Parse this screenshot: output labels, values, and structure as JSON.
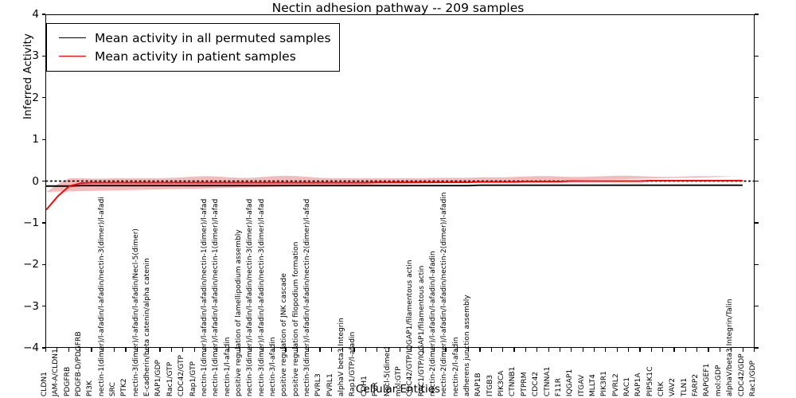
{
  "chart_data": {
    "type": "line",
    "title": "Nectin adhesion pathway -- 209 samples",
    "xlabel": "Cellular Entities",
    "ylabel": "Inferred Activity",
    "ylim": [
      -4,
      4
    ],
    "yticks": [
      -4,
      -3,
      -2,
      -1,
      0,
      1,
      2,
      3,
      4
    ],
    "grid": false,
    "legend_position": "upper left",
    "legend": [
      {
        "label": "Mean activity in all permuted samples",
        "color": "#000000",
        "style": "solid"
      },
      {
        "label": "Mean activity in patient samples",
        "color": "#ff0000",
        "style": "solid"
      }
    ],
    "categories": [
      "CLDN1",
      "JAM-A/CLDN1",
      "PDGFRB",
      "PDGFB-D/PDGFRB",
      "PI3K",
      "nectin-1(dimer)/l-afadin/l-afadin/nectin-3(dimer)/l-afadi",
      "SRC",
      "PTK2",
      "nectin-3(dimer)/l-afadin/l-afadin/Necl-5(dimer)",
      "E-cadherin/beta catenin/alpha catenin",
      "RAP1/GDP",
      "Rac1/GTP",
      "CDC42/GTP",
      "Rap1/GTP",
      "nectin-1(dimer)/l-afadin/l-afadin/nectin-1(dimer)/l-afad",
      "nectin-1(dimer)/l-afadin/l-afadin/nectin-1(dimer)/l-afad",
      "nectin-1/l-afadin",
      "positive regulation of lamellipodium assembly",
      "nectin-3(dimer)/l-afadin/l-afadin/nectin-3(dimer)/l-afad",
      "nectin-3(dimer)/l-afadin/l-afadin/nectin-3(dimer)/l-afad",
      "nectin-3/l-afadin",
      "positive regulation of JNK cascade",
      "positive regulation of filopodium formation",
      "nectin-3(dimer)/l-afadin/l-afadin/nectin-2(dimer)/l-afad",
      "PVRL3",
      "PVRL1",
      "alphaV beta3 Integrin",
      "Rap1/GTP/l-afadin",
      "CDH1",
      "PVR",
      "Necl-5(dimer)",
      "mol:GTP",
      "CDC42/GTP/IQGAP1/filamentous actin",
      "RAC1/GTP/IQGAP1/filamentous actin",
      "nectin-2(dimer)/l-afadin/l-afadin/l-afadin",
      "nectin-2(dimer)/l-afadin/l-afadin/nectin-2(dimer)/l-afadin",
      "nectin-2/l-afadin",
      "adherens junction assembly",
      "RAP1B",
      "ITGB3",
      "PIK3CA",
      "CTNNB1",
      "PTPRM",
      "CDC42",
      "CTNNA1",
      "F11R",
      "IQGAP1",
      "ITGAV",
      "MLLT4",
      "PIK3R1",
      "PVRL2",
      "RAC1",
      "RAP1A",
      "PIP5K1C",
      "CRK",
      "VAV2",
      "TLN1",
      "FARP2",
      "RAPGEF1",
      "mol:GDP",
      "alphaV/beta3 Integrin/Talin",
      "CDC42/GDP",
      "Rac1/GDP"
    ],
    "series": [
      {
        "name": "Mean activity in all permuted samples",
        "color": "#000000",
        "values": [
          -0.12,
          -0.12,
          -0.12,
          -0.11,
          -0.11,
          -0.11,
          -0.11,
          -0.11,
          -0.11,
          -0.11,
          -0.11,
          -0.11,
          -0.11,
          -0.11,
          -0.11,
          -0.11,
          -0.11,
          -0.11,
          -0.11,
          -0.11,
          -0.11,
          -0.11,
          -0.11,
          -0.11,
          -0.11,
          -0.11,
          -0.11,
          -0.11,
          -0.11,
          -0.11,
          -0.11,
          -0.11,
          -0.11,
          -0.11,
          -0.11,
          -0.11,
          -0.11,
          -0.11,
          -0.1,
          -0.1,
          -0.1,
          -0.1,
          -0.1,
          -0.1,
          -0.1,
          -0.1,
          -0.1,
          -0.1,
          -0.1,
          -0.1,
          -0.1,
          -0.1,
          -0.1,
          -0.1,
          -0.1,
          -0.1,
          -0.1,
          -0.1,
          -0.1,
          -0.1,
          -0.1,
          -0.1
        ],
        "band_lower": [
          -0.3,
          -0.3,
          -0.29,
          -0.29,
          -0.28,
          -0.28,
          -0.28,
          -0.28,
          -0.28,
          -0.28,
          -0.28,
          -0.28,
          -0.28,
          -0.28,
          -0.28,
          -0.28,
          -0.28,
          -0.28,
          -0.28,
          -0.28,
          -0.28,
          -0.28,
          -0.28,
          -0.28,
          -0.28,
          -0.28,
          -0.28,
          -0.28,
          -0.28,
          -0.28,
          -0.28,
          -0.28,
          -0.28,
          -0.28,
          -0.28,
          -0.28,
          -0.28,
          -0.28,
          -0.27,
          -0.27,
          -0.27,
          -0.27,
          -0.27,
          -0.27,
          -0.27,
          -0.27,
          -0.27,
          -0.27,
          -0.27,
          -0.27,
          -0.27,
          -0.27,
          -0.27,
          -0.27,
          -0.27,
          -0.27,
          -0.27,
          -0.27,
          -0.27,
          -0.27,
          -0.27,
          -0.27
        ],
        "band_upper": [
          0.06,
          0.06,
          0.06,
          0.06,
          0.06,
          0.06,
          0.06,
          0.06,
          0.06,
          0.06,
          0.06,
          0.06,
          0.06,
          0.06,
          0.06,
          0.06,
          0.06,
          0.06,
          0.06,
          0.06,
          0.06,
          0.06,
          0.06,
          0.06,
          0.06,
          0.06,
          0.06,
          0.06,
          0.06,
          0.06,
          0.06,
          0.06,
          0.06,
          0.06,
          0.06,
          0.06,
          0.06,
          0.06,
          0.07,
          0.07,
          0.07,
          0.07,
          0.07,
          0.07,
          0.07,
          0.07,
          0.07,
          0.07,
          0.07,
          0.07,
          0.07,
          0.07,
          0.07,
          0.07,
          0.07,
          0.07,
          0.07,
          0.07,
          0.07,
          0.07,
          0.07,
          0.07
        ]
      },
      {
        "name": "Mean activity in patient samples",
        "color": "#ff0000",
        "values": [
          -0.68,
          -0.36,
          -0.12,
          -0.05,
          -0.04,
          -0.04,
          -0.04,
          -0.04,
          -0.04,
          -0.04,
          -0.04,
          -0.04,
          -0.04,
          -0.04,
          -0.04,
          -0.04,
          -0.04,
          -0.04,
          -0.04,
          -0.04,
          -0.04,
          -0.04,
          -0.04,
          -0.04,
          -0.04,
          -0.04,
          -0.04,
          -0.04,
          -0.04,
          -0.03,
          -0.03,
          -0.03,
          -0.03,
          -0.03,
          -0.03,
          -0.03,
          -0.03,
          -0.03,
          -0.02,
          -0.02,
          -0.02,
          -0.02,
          -0.01,
          -0.01,
          -0.01,
          -0.01,
          0.0,
          0.0,
          0.0,
          0.0,
          0.0,
          0.0,
          0.0,
          0.01,
          0.01,
          0.01,
          0.01,
          0.01,
          0.01,
          0.01,
          0.01,
          0.01
        ],
        "band_lower": [
          -1.08,
          -0.64,
          -0.22,
          -0.14,
          -0.13,
          -0.13,
          -0.14,
          -0.14,
          -0.14,
          -0.14,
          -0.14,
          -0.15,
          -0.15,
          -0.16,
          -0.17,
          -0.16,
          -0.15,
          -0.14,
          -0.14,
          -0.15,
          -0.16,
          -0.17,
          -0.17,
          -0.16,
          -0.15,
          -0.14,
          -0.14,
          -0.14,
          -0.14,
          -0.14,
          -0.14,
          -0.14,
          -0.14,
          -0.14,
          -0.14,
          -0.14,
          -0.14,
          -0.14,
          -0.13,
          -0.13,
          -0.13,
          -0.13,
          -0.12,
          -0.12,
          -0.12,
          -0.12,
          -0.11,
          -0.11,
          -0.11,
          -0.11,
          -0.11,
          -0.11,
          -0.11,
          -0.1,
          -0.1,
          -0.1,
          -0.1,
          -0.1,
          -0.1,
          -0.1,
          -0.1,
          -0.1
        ],
        "band_upper": [
          -0.26,
          -0.07,
          0.07,
          0.07,
          0.06,
          0.06,
          0.07,
          0.07,
          0.07,
          0.07,
          0.07,
          0.08,
          0.09,
          0.11,
          0.12,
          0.11,
          0.09,
          0.08,
          0.08,
          0.1,
          0.12,
          0.13,
          0.12,
          0.1,
          0.08,
          0.07,
          0.07,
          0.07,
          0.07,
          0.07,
          0.07,
          0.07,
          0.07,
          0.07,
          0.08,
          0.08,
          0.08,
          0.08,
          0.09,
          0.09,
          0.09,
          0.1,
          0.11,
          0.12,
          0.12,
          0.11,
          0.1,
          0.1,
          0.11,
          0.12,
          0.13,
          0.13,
          0.12,
          0.11,
          0.1,
          0.1,
          0.11,
          0.12,
          0.12,
          0.12,
          0.11,
          0.11
        ]
      }
    ],
    "reference_line": {
      "value": 0,
      "style": "dotted",
      "color": "#000000"
    }
  }
}
